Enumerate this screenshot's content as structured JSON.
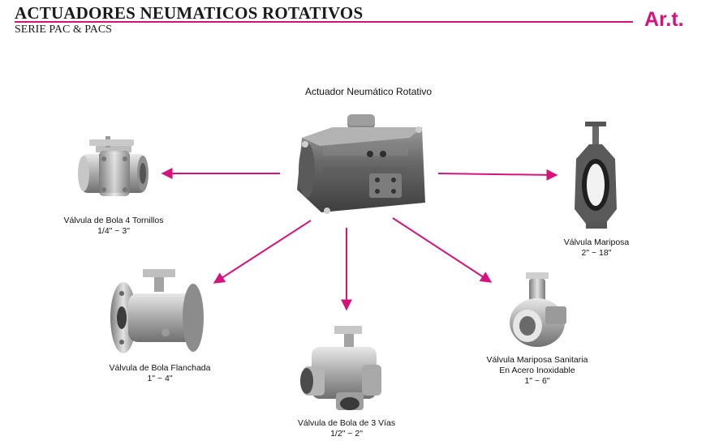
{
  "header": {
    "title": "ACTUADORES NEUMATICOS ROTATIVOS",
    "subtitle": "SERIE PAC & PACS",
    "logo": "Ar.t.",
    "accent_color": "#d6127d"
  },
  "center": {
    "label": "Actuador Neumático Rotativo"
  },
  "products": [
    {
      "name": "Válvula de Bola 4 Tornillos",
      "size": "1/4\" ~ 3\""
    },
    {
      "name": "Válvula Mariposa",
      "size": "2\" ~ 18\""
    },
    {
      "name": "Válvula de Bola Flanchada",
      "size": "1\" ~ 4\""
    },
    {
      "name": "Válvula de Bola de 3 Vías",
      "size": "1/2\" ~ 2\""
    },
    {
      "name": "Válvula Mariposa Sanitaria",
      "name2": "En Acero Inoxidable",
      "size": "1\" ~ 6\""
    }
  ]
}
